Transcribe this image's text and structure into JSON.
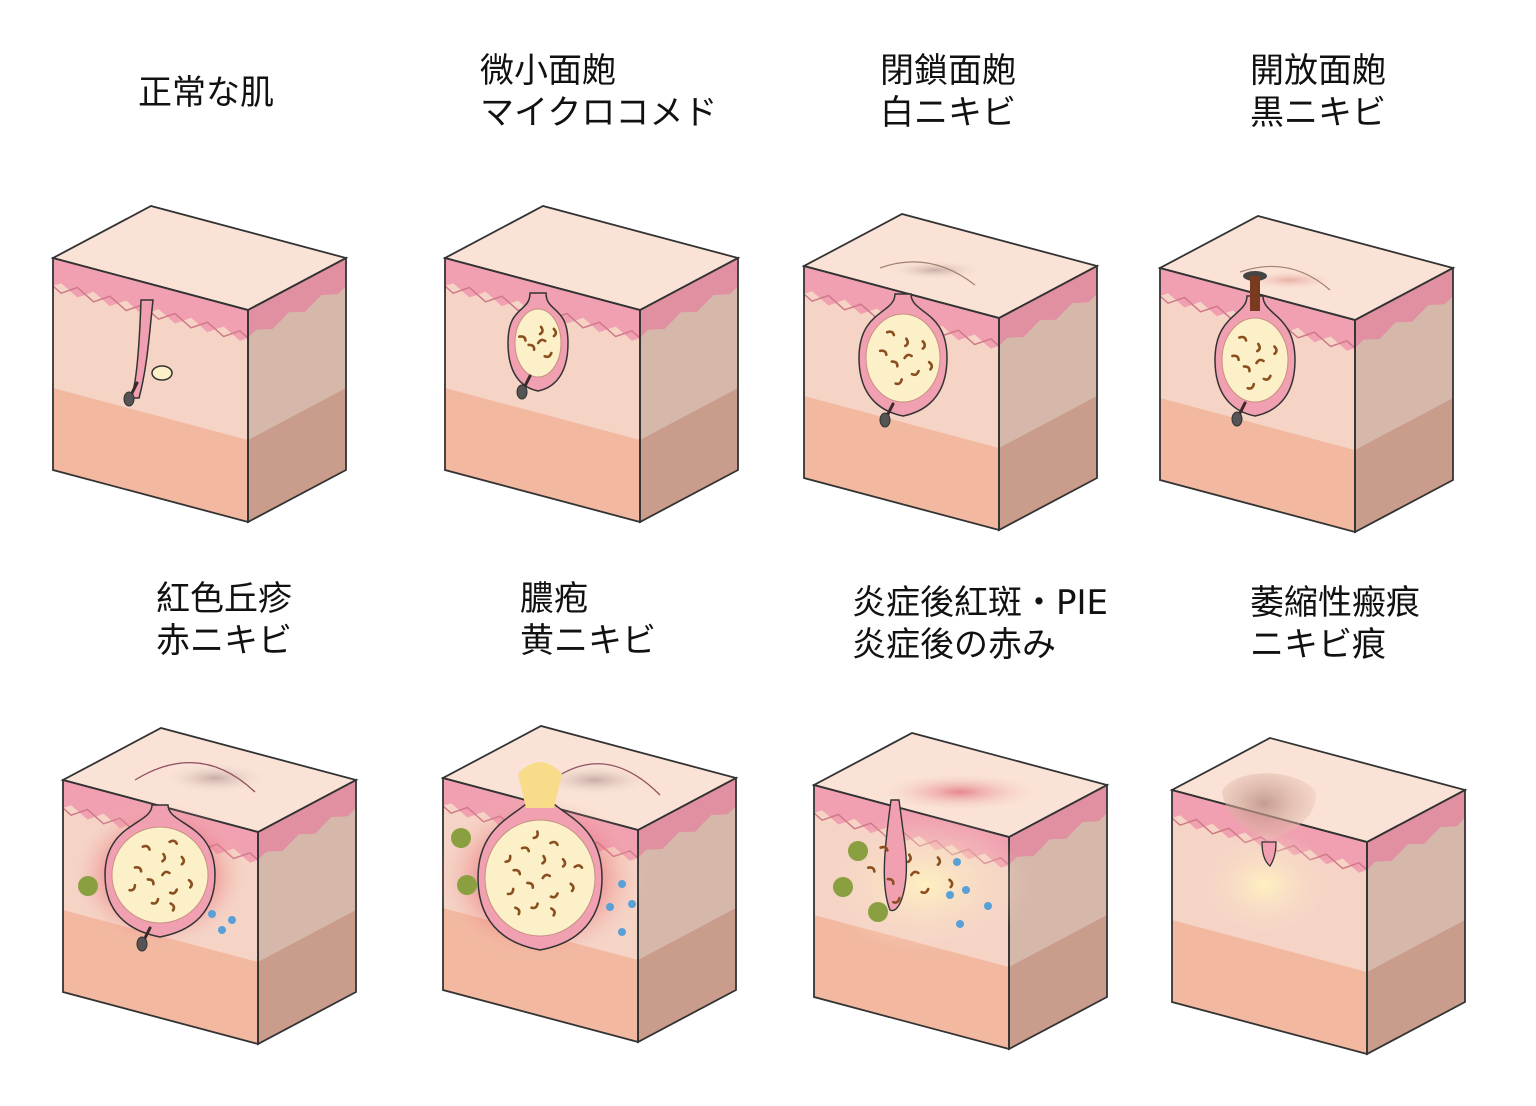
{
  "panels": [
    {
      "id": "normal",
      "line1": "正常な肌",
      "line2": ""
    },
    {
      "id": "microcomedo",
      "line1": "微小面皰",
      "line2": "マイクロコメド"
    },
    {
      "id": "closed",
      "line1": "閉鎖面皰",
      "line2": "白ニキビ"
    },
    {
      "id": "open",
      "line1": "開放面皰",
      "line2": "黒ニキビ"
    },
    {
      "id": "papule",
      "line1": "紅色丘疹",
      "line2": "赤ニキビ"
    },
    {
      "id": "pustule",
      "line1": "膿疱",
      "line2": "黄ニキビ"
    },
    {
      "id": "pie",
      "line1": "炎症後紅斑・PIE",
      "line2": "炎症後の赤み"
    },
    {
      "id": "scar",
      "line1": "萎縮性瘢痕",
      "line2": "ニキビ痕"
    }
  ],
  "colors": {
    "top": "#fae3d6",
    "front": "#f5d4c6",
    "side": "#d6b8ab",
    "band_front": "#f2b8a0",
    "band_side": "#c99c8b",
    "epidermis": "#f0a0b0",
    "outline": "#333333",
    "sebum": "#fcf0c8",
    "bacteria": "#8b4e1e",
    "red": "#e03040",
    "green": "#8aa040",
    "blue": "#5aa0d8",
    "pus": "#f8dc8a",
    "hair": "#3a2a2a"
  }
}
